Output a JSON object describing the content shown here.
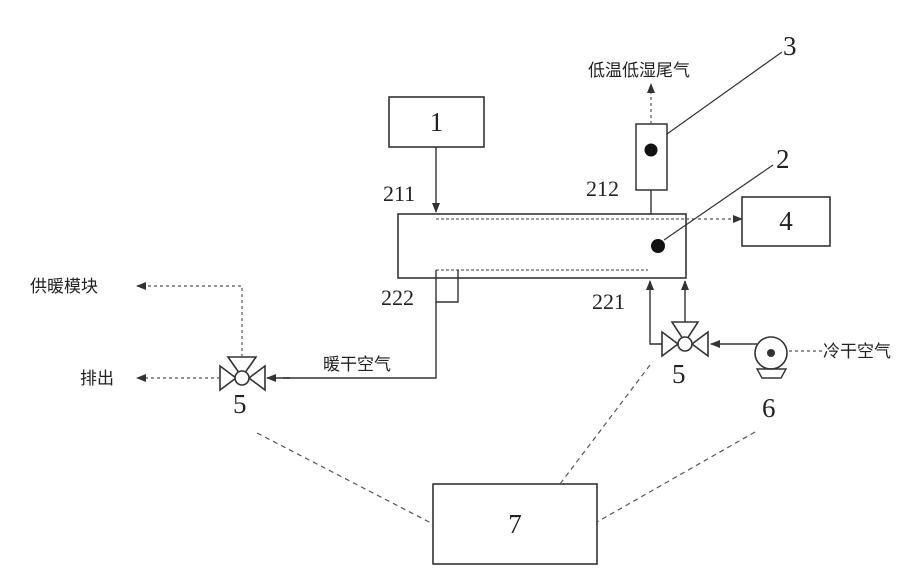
{
  "boxes": {
    "box_1": "1",
    "box_4": "4",
    "box_7": "7"
  },
  "callouts": {
    "label_2": "2",
    "label_3": "3",
    "label_5_left": "5",
    "label_5_right": "5",
    "label_6": "6"
  },
  "ports": {
    "p211": "211",
    "p212": "212",
    "p221": "221",
    "p222": "222"
  },
  "flow_labels": {
    "low_temp_exhaust": "低温低湿尾气",
    "heating_module": "供暖模块",
    "discharge": "排出",
    "warm_dry_air": "暖干空气",
    "cold_dry_air": "冷干空气"
  }
}
